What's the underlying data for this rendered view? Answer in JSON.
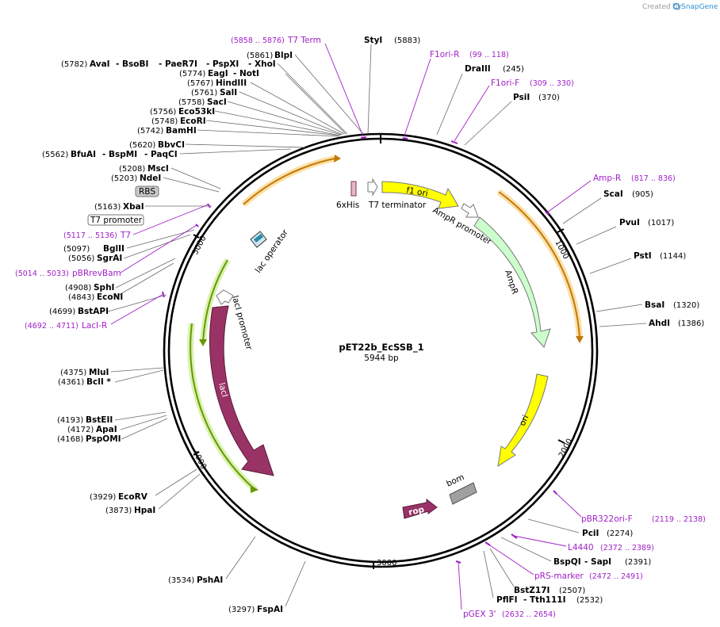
{
  "plasmid": {
    "name": "pET22b_EcSSB_1",
    "length": "5944 bp"
  },
  "watermark": {
    "created_by": "Created by",
    "brand": "SnapGene",
    "logo_color": "#2f8fd6"
  },
  "colors": {
    "primer": "#a020c8",
    "orange": "#f5a623",
    "yellow": "#ffff00",
    "lightgreen": "#ccffcc",
    "green": "#99cc33",
    "maroon": "#993366",
    "gray": "#a0a0a0",
    "ring": "#000000"
  },
  "ticks": [
    "1000",
    "2000",
    "3000",
    "4000",
    "5000"
  ],
  "enzymes": [
    {
      "name": "StyI",
      "pos": "(5883)"
    },
    {
      "name": "BlpI",
      "pos": "(5861)"
    },
    {
      "name": "AvaI",
      "pos": "(5782)",
      "extra": [
        "BsoBI",
        "PaeR7I",
        "PspXI",
        "XhoI"
      ]
    },
    {
      "name": "EagI",
      "pos": "(5774)",
      "extra": [
        "NotI"
      ]
    },
    {
      "name": "HindIII",
      "pos": "(5767)"
    },
    {
      "name": "SalI",
      "pos": "(5761)"
    },
    {
      "name": "SacI",
      "pos": "(5758)"
    },
    {
      "name": "Eco53kI",
      "pos": "(5756)"
    },
    {
      "name": "EcoRI",
      "pos": "(5748)"
    },
    {
      "name": "BamHI",
      "pos": "(5742)"
    },
    {
      "name": "BbvCI",
      "pos": "(5620)"
    },
    {
      "name": "BfuAI",
      "pos": "(5562)",
      "extra": [
        "BspMI",
        "PaqCI"
      ]
    },
    {
      "name": "MscI",
      "pos": "(5208)"
    },
    {
      "name": "NdeI",
      "pos": "(5203)"
    },
    {
      "name": "XbaI",
      "pos": "(5163)"
    },
    {
      "name": "BglII",
      "pos": "(5097)"
    },
    {
      "name": "SgrAI",
      "pos": "(5056)"
    },
    {
      "name": "SphI",
      "pos": "(4908)"
    },
    {
      "name": "EcoNI",
      "pos": "(4843)"
    },
    {
      "name": "BstAPI",
      "pos": "(4699)"
    },
    {
      "name": "MluI",
      "pos": "(4375)"
    },
    {
      "name": "BclI *",
      "pos": "(4361)"
    },
    {
      "name": "BstEII",
      "pos": "(4193)"
    },
    {
      "name": "ApaI",
      "pos": "(4172)"
    },
    {
      "name": "PspOMI",
      "pos": "(4168)"
    },
    {
      "name": "EcoRV",
      "pos": "(3929)"
    },
    {
      "name": "HpaI",
      "pos": "(3873)"
    },
    {
      "name": "PshAI",
      "pos": "(3534)"
    },
    {
      "name": "FspAI",
      "pos": "(3297)"
    },
    {
      "name": "DraIII",
      "pos": "(245)"
    },
    {
      "name": "PsiI",
      "pos": "(370)"
    },
    {
      "name": "ScaI",
      "pos": "(905)"
    },
    {
      "name": "PvuI",
      "pos": "(1017)"
    },
    {
      "name": "PstI",
      "pos": "(1144)"
    },
    {
      "name": "BsaI",
      "pos": "(1320)"
    },
    {
      "name": "AhdI",
      "pos": "(1386)"
    },
    {
      "name": "PciI",
      "pos": "(2274)"
    },
    {
      "name": "BspQI",
      "pos": "(2391)",
      "extra": [
        "SapI"
      ]
    },
    {
      "name": "BstZ17I",
      "pos": "(2507)"
    },
    {
      "name": "PflFI",
      "pos": "(2532)",
      "extra": [
        "Tth111I"
      ]
    }
  ],
  "primers": [
    {
      "name": "T7 Term",
      "range": "(5858 .. 5876)"
    },
    {
      "name": "F1ori-R",
      "range": "(99 .. 118)"
    },
    {
      "name": "F1ori-F",
      "range": "(309 .. 330)"
    },
    {
      "name": "Amp-R",
      "range": "(817 .. 836)"
    },
    {
      "name": "T7",
      "range": "(5117 .. 5136)"
    },
    {
      "name": "pBRrevBam",
      "range": "(5014 .. 5033)"
    },
    {
      "name": "LacI-R",
      "range": "(4692 .. 4711)"
    },
    {
      "name": "pBR322ori-F",
      "range": "(2119 .. 2138)"
    },
    {
      "name": "L4440",
      "range": "(2372 .. 2389)"
    },
    {
      "name": "pRS-marker",
      "range": "(2472 .. 2491)"
    },
    {
      "name": "pGEX 3'",
      "range": "(2632 .. 2654)"
    }
  ],
  "boxed": [
    "RBS",
    "T7 promoter"
  ],
  "features": {
    "his": "6xHis",
    "t7term": "T7 terminator",
    "f1ori": "f1 ori",
    "amppromoter": "AmpR promoter",
    "ampr": "AmpR",
    "ori": "ori",
    "bom": "bom",
    "rop": "rop",
    "laci": "lacI",
    "lacipromoter": "lacI promoter",
    "lacoperator": "lac operator"
  }
}
